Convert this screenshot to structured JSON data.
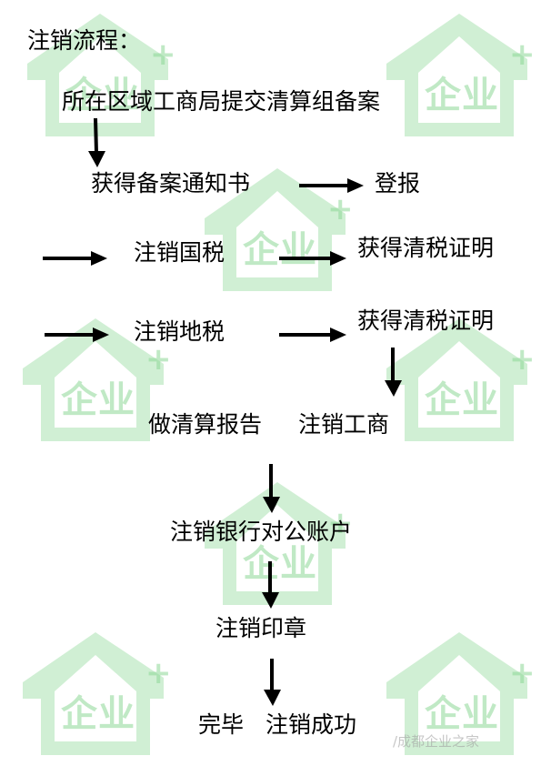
{
  "watermark": {
    "brand": "企业",
    "plus": "+",
    "color": "#8cd796"
  },
  "title": "注销流程：",
  "steps": {
    "s1": "所在区域工商局提交清算组备案",
    "s2": "获得备案通知书",
    "s2b": "登报",
    "s3": "注销国税",
    "s3b": "获得清税证明",
    "s4": "注销地税",
    "s4b": "获得清税证明",
    "s5": "做清算报告",
    "s5b": "注销工商",
    "s6": "注销银行对公账户",
    "s7": "注销印章",
    "s8": "完毕",
    "s8b": "注销成功"
  },
  "footer": "/成都企业之家"
}
